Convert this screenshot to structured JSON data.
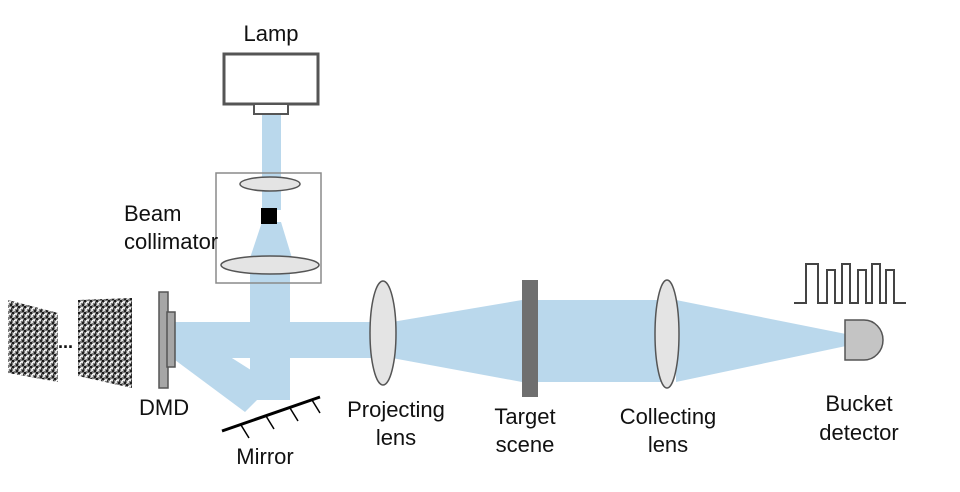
{
  "labels": {
    "lamp": "Lamp",
    "beam_collimator_line1": "Beam",
    "beam_collimator_line2": "collimator",
    "dmd": "DMD",
    "ellipsis": "...",
    "mirror": "Mirror",
    "projecting_lens_line1": "Projecting",
    "projecting_lens_line2": "lens",
    "target_scene_line1": "Target",
    "target_scene_line2": "scene",
    "collecting_lens_line1": "Collecting",
    "collecting_lens_line2": "lens",
    "bucket_detector_line1": "Bucket",
    "bucket_detector_line2": "detector"
  },
  "colors": {
    "beam": "#bad8ec",
    "lens_fill": "#e4e4e4",
    "outline": "#555555",
    "target": "#6f6f6f",
    "detector": "#c4c4c4",
    "dmd": "#a6a6a6",
    "black": "#000000"
  },
  "icons": {
    "lamp": "lamp-icon",
    "detector": "bucket-detector-icon",
    "signal": "pulse-signal-icon"
  }
}
